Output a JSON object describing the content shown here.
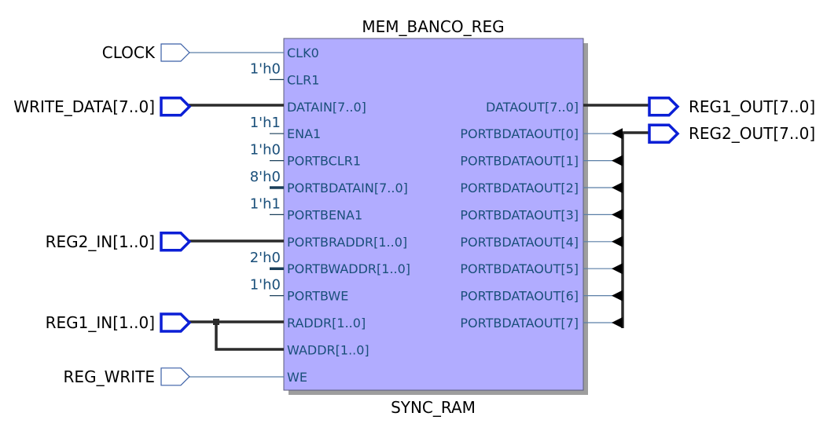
{
  "block": {
    "title": "MEM_BANCO_REG",
    "type_label": "SYNC_RAM",
    "fill_color": "#b1acff",
    "left_pins": [
      {
        "label": "CLK0",
        "bus": false,
        "const": null,
        "input": "CLOCK"
      },
      {
        "label": "CLR1",
        "bus": false,
        "const": "1'h0",
        "input": null
      },
      {
        "label": "DATAIN[7..0]",
        "bus": true,
        "const": null,
        "input": "WRITE_DATA[7..0]"
      },
      {
        "label": "ENA1",
        "bus": false,
        "const": "1'h1",
        "input": null
      },
      {
        "label": "PORTBCLR1",
        "bus": false,
        "const": "1'h0",
        "input": null
      },
      {
        "label": "PORTBDATAIN[7..0]",
        "bus": true,
        "const": "8'h0",
        "input": null
      },
      {
        "label": "PORTBENA1",
        "bus": false,
        "const": "1'h1",
        "input": null
      },
      {
        "label": "PORTBRADDR[1..0]",
        "bus": true,
        "const": null,
        "input": "REG2_IN[1..0]"
      },
      {
        "label": "PORTBWADDR[1..0]",
        "bus": true,
        "const": "2'h0",
        "input": null
      },
      {
        "label": "PORTBWE",
        "bus": false,
        "const": "1'h0",
        "input": null
      },
      {
        "label": "RADDR[1..0]",
        "bus": true,
        "const": null,
        "input": "REG1_IN[1..0]"
      },
      {
        "label": "WADDR[1..0]",
        "bus": true,
        "const": null,
        "input": null
      },
      {
        "label": "WE",
        "bus": false,
        "const": null,
        "input": "REG_WRITE"
      }
    ],
    "right_pins": [
      {
        "label": "DATAOUT[7..0]",
        "bus": true
      },
      {
        "label": "PORTBDATAOUT[0]",
        "bus": false
      },
      {
        "label": "PORTBDATAOUT[1]",
        "bus": false
      },
      {
        "label": "PORTBDATAOUT[2]",
        "bus": false
      },
      {
        "label": "PORTBDATAOUT[3]",
        "bus": false
      },
      {
        "label": "PORTBDATAOUT[4]",
        "bus": false
      },
      {
        "label": "PORTBDATAOUT[5]",
        "bus": false
      },
      {
        "label": "PORTBDATAOUT[6]",
        "bus": false
      },
      {
        "label": "PORTBDATAOUT[7]",
        "bus": false
      }
    ]
  },
  "input_ports": [
    {
      "label": "CLOCK",
      "bus": false
    },
    {
      "label": "WRITE_DATA[7..0]",
      "bus": true
    },
    {
      "label": "REG2_IN[1..0]",
      "bus": true
    },
    {
      "label": "REG1_IN[1..0]",
      "bus": true
    },
    {
      "label": "REG_WRITE",
      "bus": false
    }
  ],
  "output_ports": [
    {
      "label": "REG1_OUT[7..0]",
      "bus": true
    },
    {
      "label": "REG2_OUT[7..0]",
      "bus": true
    }
  ]
}
